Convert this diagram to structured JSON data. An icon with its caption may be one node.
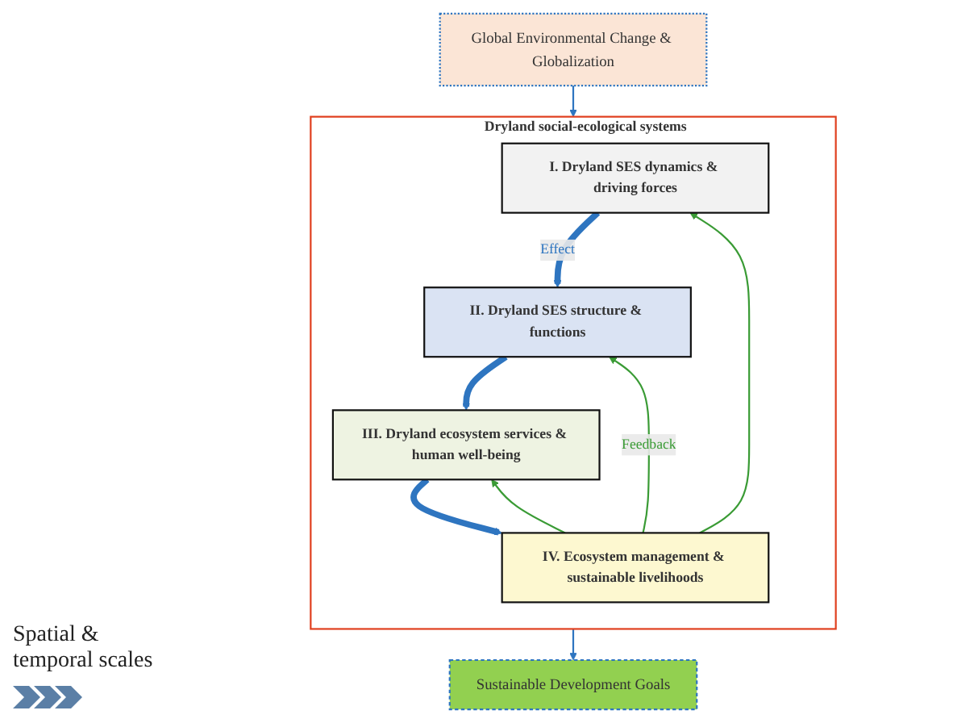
{
  "diagram": {
    "nodes": [
      {
        "text": [
          "Global Environmental Change & Globalization"
        ]
      },
      {
        "text": [
          "Dryland social-ecological systems"
        ]
      },
      {
        "text": [
          "I. Dryland SES dynamics & driving forces"
        ],
        "in": 1
      },
      {
        "text": [
          "II. Dryland SES structure & functions"
        ],
        "in": 1
      },
      {
        "text": [
          "III. Dryland ecosystem services & human well-being"
        ],
        "in": 1
      },
      {
        "text": [
          "IV. Ecosystem management & sustainable livelihoods"
        ],
        "in": 1
      },
      {
        "text": [
          "Sustainable Development Goals"
        ]
      }
    ],
    "edges": [
      {
        "from": 0,
        "to": 1,
        "arrow": "to"
      },
      {
        "from": 2,
        "to": 3,
        "arrow": "to",
        "style": "thick",
        "label": "Effect"
      },
      {
        "from": 3,
        "to": 4,
        "arrow": "to",
        "style": "thick"
      },
      {
        "from": 4,
        "to": 5,
        "arrow": "to",
        "style": "thick"
      },
      {
        "from": 5,
        "to": 2,
        "arrow": "to",
        "color": "#3a9b35"
      },
      {
        "from": 5,
        "to": 3,
        "arrow": "to",
        "color": "#3a9b35",
        "label": "Feedback"
      },
      {
        "from": 5,
        "to": 4,
        "arrow": "to",
        "color": "#3a9b35"
      },
      {
        "from": 1,
        "to": 6,
        "arrow": "to"
      }
    ],
    "labels": [
      "Spatial & temporal scales"
    ]
  }
}
